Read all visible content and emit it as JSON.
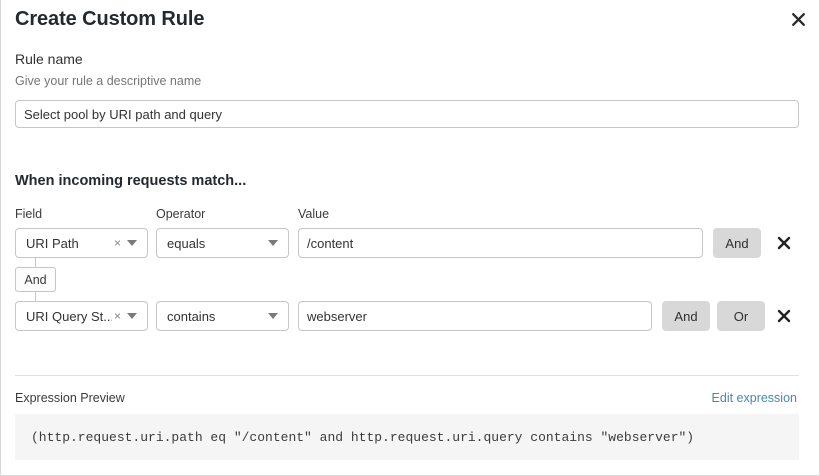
{
  "dialog": {
    "title": "Create Custom Rule",
    "close_icon": "close-icon"
  },
  "rule_name": {
    "label": "Rule name",
    "help": "Give your rule a descriptive name",
    "value": "Select pool by URI path and query",
    "placeholder": ""
  },
  "conditions": {
    "heading": "When incoming requests match...",
    "columns": {
      "field": "Field",
      "operator": "Operator",
      "value": "Value"
    },
    "connector": {
      "label": "And"
    },
    "rows": [
      {
        "field": "URI Path",
        "operator": "equals",
        "value": "/content",
        "and_label": "And",
        "or_label": "",
        "clear_icon": "clear-icon",
        "caret_icon": "chevron-down-icon",
        "delete_icon": "delete-icon"
      },
      {
        "field": "URI Query St...",
        "operator": "contains",
        "value": "webserver",
        "and_label": "And",
        "or_label": "Or",
        "clear_icon": "clear-icon",
        "caret_icon": "chevron-down-icon",
        "delete_icon": "delete-icon"
      }
    ]
  },
  "expression": {
    "label": "Expression Preview",
    "edit_link": "Edit expression",
    "code": "(http.request.uri.path eq \"/content\" and http.request.uri.query contains \"webserver\")"
  },
  "colors": {
    "accent_link": "#4a88b3",
    "button_bg": "#d8d8d8",
    "border": "#c6c6c6",
    "code_bg": "#f5f5f5"
  }
}
